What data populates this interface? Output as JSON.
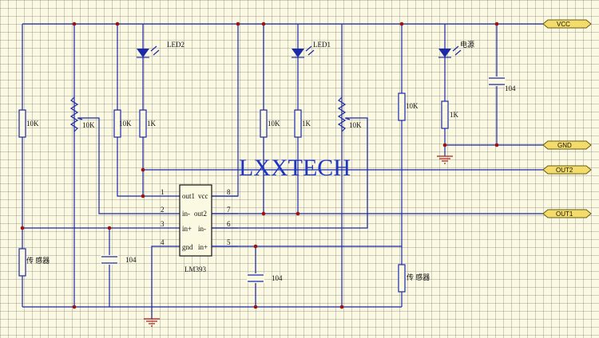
{
  "watermark": "LXXTECH",
  "chip": {
    "name": "LM393",
    "pins_left": [
      "1",
      "2",
      "3",
      "4"
    ],
    "pins_right": [
      "8",
      "7",
      "6",
      "5"
    ],
    "labels_left": [
      "out1",
      "in-",
      "in+",
      "gnd"
    ],
    "labels_right": [
      "vcc",
      "out2",
      "in-",
      "in+"
    ]
  },
  "ports": {
    "vcc": "VCC",
    "gnd": "GND",
    "out2": "OUT2",
    "out1": "OUT1"
  },
  "resistors": {
    "r1": "10K",
    "pot1": "10K",
    "r3": "10K",
    "r4": "1K",
    "r5": "10K",
    "r6": "1K",
    "pot2": "10K",
    "r8": "10K",
    "r9": "1K"
  },
  "leds": {
    "led2": "LED2",
    "led1": "LED1",
    "power": "电源"
  },
  "capacitors": {
    "c1": "104",
    "c2": "104",
    "c3": "104"
  },
  "sensors": {
    "s1": "传 感器",
    "s2": "传 感器"
  }
}
